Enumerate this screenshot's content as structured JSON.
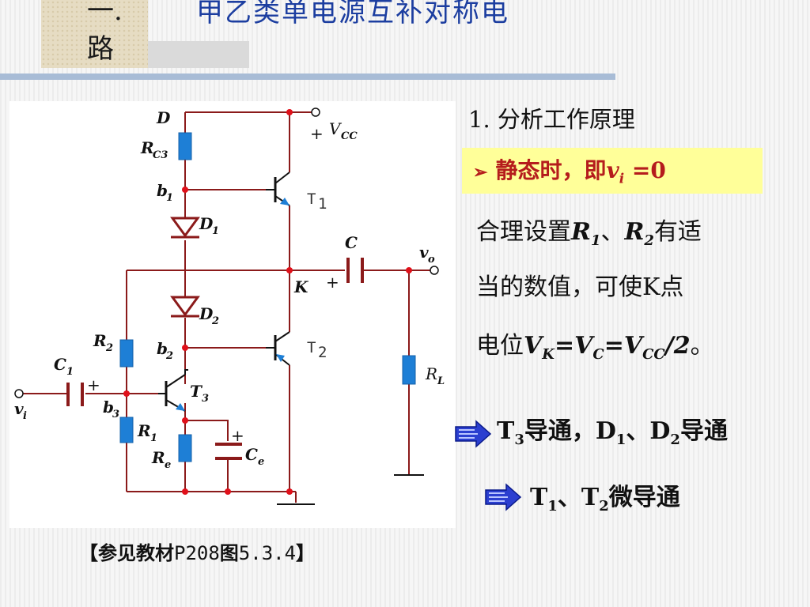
{
  "header": {
    "section_number": "一.",
    "section_word": "路",
    "title": "甲乙类单电源互补对称电"
  },
  "step": {
    "number": "1.",
    "label": "分析工作原理"
  },
  "highlight": {
    "marker": "➢",
    "text": "静态时，即",
    "var": "v",
    "sub": "i",
    "tail": " =0"
  },
  "paragraph": {
    "line1_a": "合理设置",
    "r1": "R",
    "r1_sub": "1",
    "sep": "、",
    "r2": "R",
    "r2_sub": "2",
    "line1_b": "有适",
    "line2": "当的数值，可使K点",
    "line3_a": "电位",
    "vk": "V",
    "vk_sub": "K",
    "eq1": "=",
    "vc": "V",
    "vc_sub": "C",
    "eq2": "=",
    "vcc": "V",
    "vcc_sub": "CC",
    "div": "/2",
    "end": "。"
  },
  "results": [
    {
      "a": "T",
      "a_sub": "3",
      "b": "导通，D",
      "b_sub": "1",
      "c": "、D",
      "c_sub": "2",
      "d": "导通"
    },
    {
      "a": "T",
      "a_sub": "1",
      "b": "、T",
      "b_sub": "2",
      "c": "微导通"
    }
  ],
  "reference": {
    "open": "【参见教材",
    "code": "P208",
    "mid": "图",
    "fig": "5.3.4",
    "close": "】"
  },
  "circuit_labels": {
    "D": "D",
    "RC3": "R",
    "RC3_sub": "C3",
    "b1": "b",
    "b1_sub": "1",
    "D1": "D",
    "D1_sub": "1",
    "D2": "D",
    "D2_sub": "2",
    "R2": "R",
    "R2_sub": "2",
    "b2": "b",
    "b2_sub": "2",
    "C1": "C",
    "C1_sub": "1",
    "b3": "b",
    "b3_sub": "3",
    "vi": "v",
    "vi_sub": "i",
    "T3": "T",
    "T3_sub": "3",
    "R1": "R",
    "R1_sub": "1",
    "Re": "R",
    "Re_sub": "e",
    "Ce": "C",
    "Ce_sub": "e",
    "K": "K",
    "C": "C",
    "vo": "v",
    "vo_sub": "o",
    "RL": "R",
    "RL_sub": "L",
    "VCC": "V",
    "VCC_sub": "CC",
    "T1": "T",
    "T1_sub": "1",
    "T2": "T",
    "T2_sub": "2",
    "plus": "+"
  },
  "colors": {
    "title_blue": "#1c3ea0",
    "highlight_bg": "#ffff99",
    "highlight_text": "#b51c1c",
    "wire": "#8b1a1a",
    "component_blue": "#1e7fd6",
    "node_red": "#e0101a"
  },
  "icons": [
    "double-arrow-icon",
    "right-triangle-bullet-icon"
  ]
}
